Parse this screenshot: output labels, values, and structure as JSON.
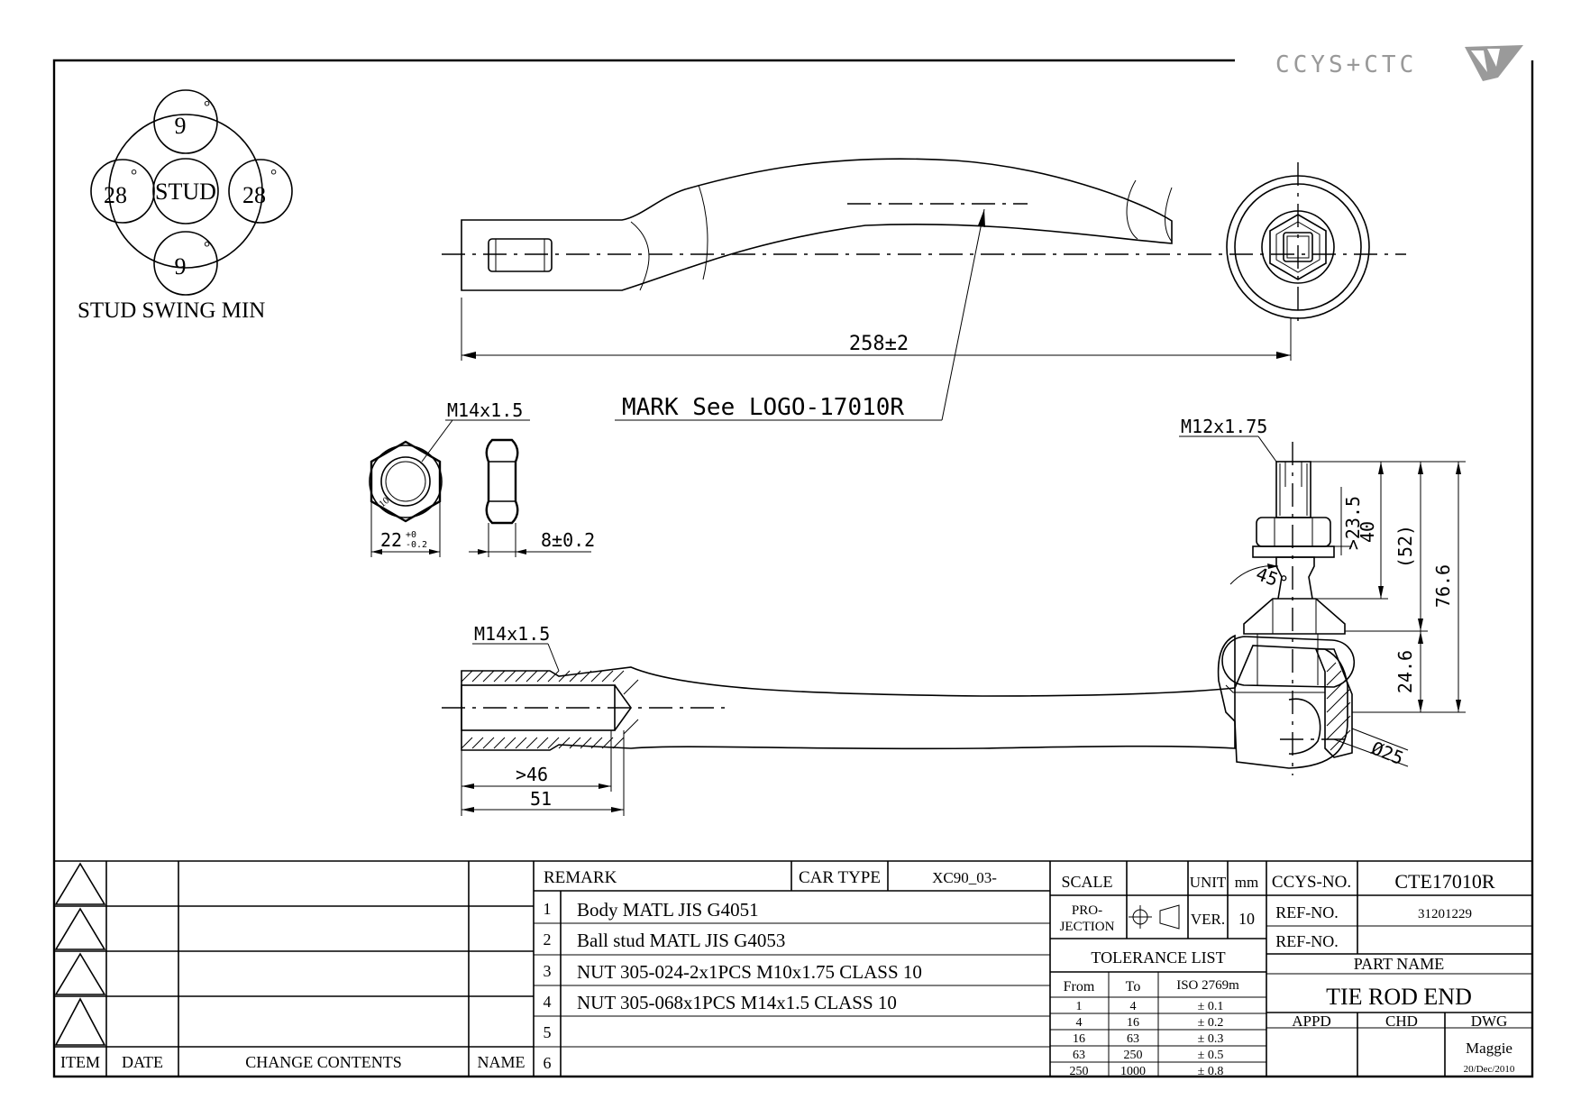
{
  "logo": {
    "text": "CCYS+CTC"
  },
  "stud_swing": {
    "title": "STUD SWING MIN",
    "center": "STUD",
    "top": "9",
    "bottom": "9",
    "left": "28",
    "right": "28",
    "degree": "°"
  },
  "top_view": {
    "length": "258±2",
    "mark_note": "MARK See LOGO-17010R"
  },
  "nut_detail": {
    "thread": "M14x1.5",
    "width": "22",
    "width_tol_upper": "+0",
    "width_tol_lower": "-0.2",
    "thickness": "8±0.2",
    "nut_mark": "10"
  },
  "side_view": {
    "thread": "M14x1.5",
    "depth_min": ">46",
    "depth": "51",
    "stud_thread": "M12x1.75",
    "dim_23_5": ">23.5",
    "dim_40": "40",
    "dim_52": "(52)",
    "dim_76_6": "76.6",
    "dim_24_6": "24.6",
    "angle": "45°",
    "diameter": "Ø25"
  },
  "revision_table": {
    "headers": [
      "ITEM",
      "DATE",
      "CHANGE CONTENTS",
      "NAME"
    ]
  },
  "remarks": {
    "header": "REMARK",
    "car_type_label": "CAR TYPE",
    "car_type": "XC90_03-",
    "items": [
      {
        "no": "1",
        "text": "Body MATL JIS G4051"
      },
      {
        "no": "2",
        "text": "Ball stud MATL JIS G4053"
      },
      {
        "no": "3",
        "text": "NUT 305-024-2x1PCS M10x1.75 CLASS 10"
      },
      {
        "no": "4",
        "text": "NUT 305-068x1PCS M14x1.5 CLASS 10"
      },
      {
        "no": "5",
        "text": ""
      },
      {
        "no": "6",
        "text": ""
      }
    ]
  },
  "scale_block": {
    "scale_label": "SCALE",
    "unit_label": "UNIT",
    "unit": "mm",
    "projection_label_1": "PRO-",
    "projection_label_2": "JECTION",
    "ver_label": "VER.",
    "ver": "10"
  },
  "tolerance": {
    "title": "TOLERANCE LIST",
    "col_from": "From",
    "col_to": "To",
    "col_std": "ISO 2769m",
    "rows": [
      {
        "from": "1",
        "to": "4",
        "tol": "± 0.1"
      },
      {
        "from": "4",
        "to": "16",
        "tol": "± 0.2"
      },
      {
        "from": "16",
        "to": "63",
        "tol": "± 0.3"
      },
      {
        "from": "63",
        "to": "250",
        "tol": "± 0.5"
      },
      {
        "from": "250",
        "to": "1000",
        "tol": "± 0.8"
      }
    ]
  },
  "title_block": {
    "ccys_label": "CCYS-NO.",
    "ccys_no": "CTE17010R",
    "ref_label": "REF-NO.",
    "ref_no": "31201229",
    "ref_label_2": "REF-NO.",
    "ref_no_2": "",
    "part_name_label": "PART NAME",
    "part_name": "TIE ROD END",
    "appd_label": "APPD",
    "chd_label": "CHD",
    "dwg_label": "DWG",
    "dwg_name": "Maggie",
    "dwg_date": "20/Dec/2010"
  }
}
